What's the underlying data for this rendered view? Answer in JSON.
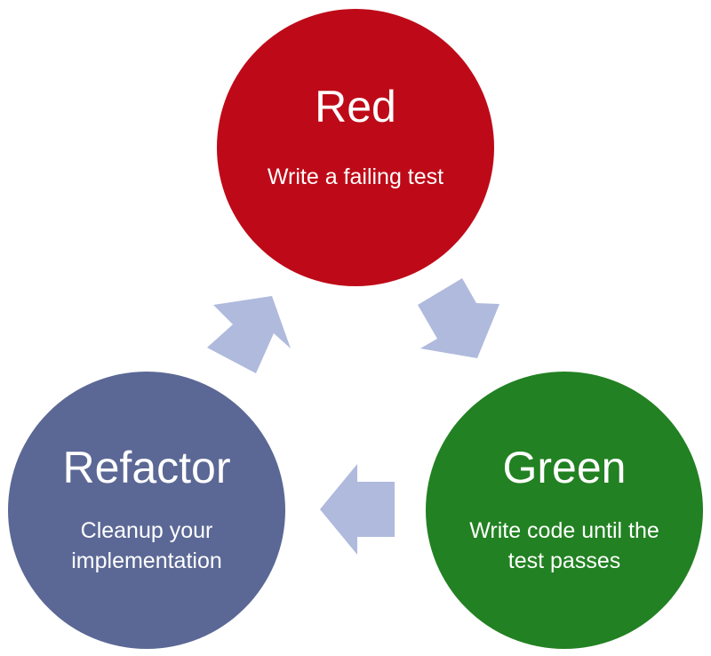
{
  "colors": {
    "red": "#BE0A18",
    "green": "#228122",
    "refactor": "#5B6895",
    "arrow": "#AFBADD"
  },
  "nodes": {
    "red": {
      "title": "Red",
      "description": "Write a failing test"
    },
    "green": {
      "title": "Green",
      "description": "Write code until the test passes"
    },
    "refactor": {
      "title": "Refactor",
      "description": "Cleanup your implementation"
    }
  }
}
